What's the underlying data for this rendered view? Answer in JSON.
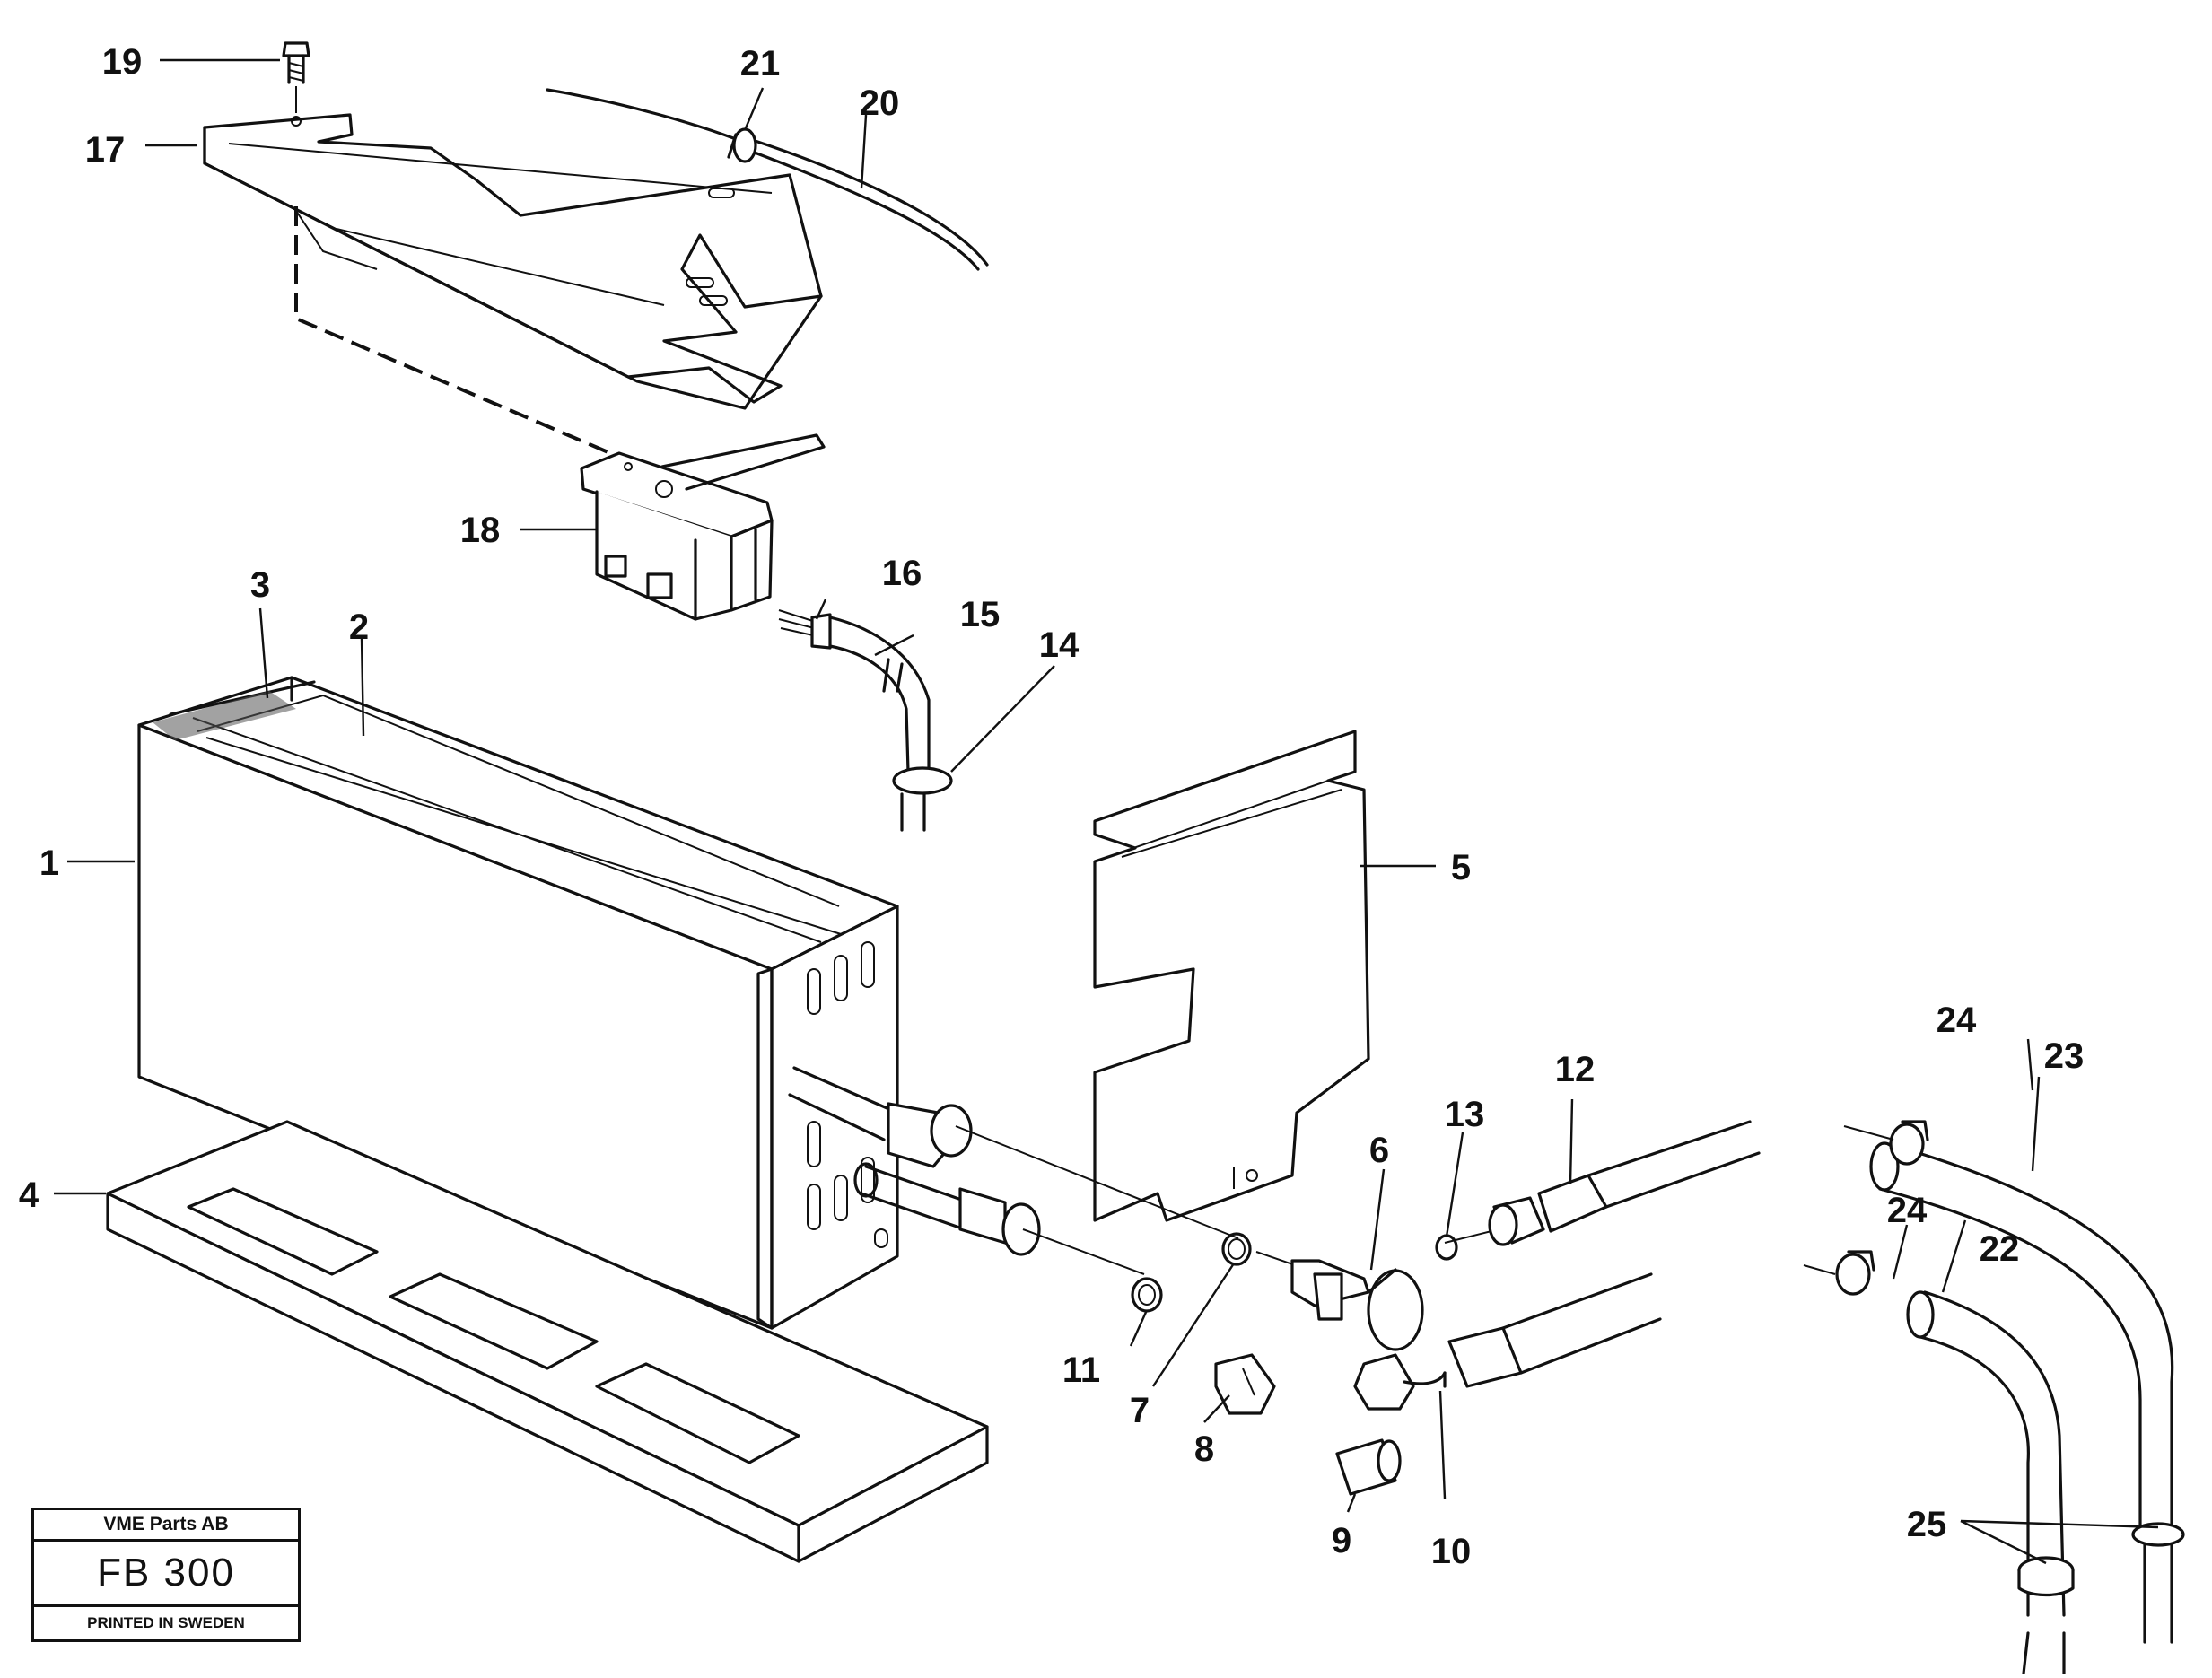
{
  "callouts": [
    {
      "id": "1",
      "label": "1"
    },
    {
      "id": "2",
      "label": "2"
    },
    {
      "id": "3",
      "label": "3"
    },
    {
      "id": "4",
      "label": "4"
    },
    {
      "id": "5",
      "label": "5"
    },
    {
      "id": "6",
      "label": "6"
    },
    {
      "id": "7",
      "label": "7"
    },
    {
      "id": "8",
      "label": "8"
    },
    {
      "id": "9",
      "label": "9"
    },
    {
      "id": "10",
      "label": "10"
    },
    {
      "id": "11",
      "label": "11"
    },
    {
      "id": "12",
      "label": "12"
    },
    {
      "id": "13",
      "label": "13"
    },
    {
      "id": "14",
      "label": "14"
    },
    {
      "id": "15",
      "label": "15"
    },
    {
      "id": "16",
      "label": "16"
    },
    {
      "id": "17",
      "label": "17"
    },
    {
      "id": "18",
      "label": "18"
    },
    {
      "id": "19",
      "label": "19"
    },
    {
      "id": "20",
      "label": "20"
    },
    {
      "id": "21",
      "label": "21"
    },
    {
      "id": "22",
      "label": "22"
    },
    {
      "id": "23",
      "label": "23"
    },
    {
      "id": "24a",
      "label": "24"
    },
    {
      "id": "24b",
      "label": "24"
    },
    {
      "id": "25",
      "label": "25"
    }
  ],
  "stamp": {
    "company": "VME Parts AB",
    "code": "FB 300",
    "printed": "PRINTED IN SWEDEN"
  }
}
